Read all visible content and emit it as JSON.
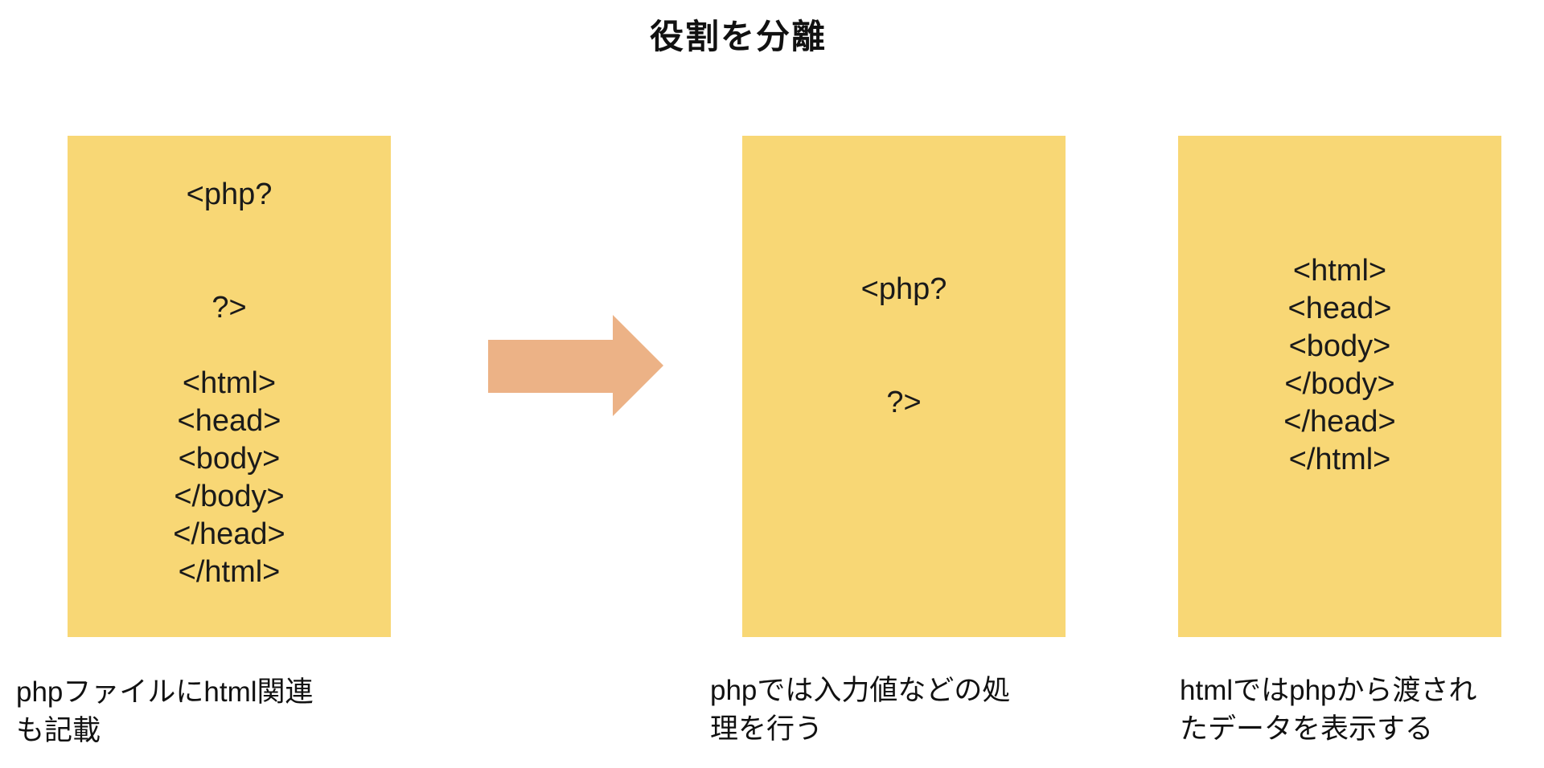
{
  "title": "役割を分離",
  "colors": {
    "panel_background": "#F8D775",
    "arrow_fill": "#ECB286",
    "text": "#111111",
    "page_background": "#FFFFFF"
  },
  "panels": [
    {
      "id": "php-file-mixed",
      "code": "<php?\n\n\n?>\n\n<html>\n<head>\n<body>\n</body>\n</head>\n</html>",
      "caption": "phpファイルにhtml関連\nも記載"
    },
    {
      "id": "php-logic",
      "code": "<php?\n\n\n?>",
      "caption": "phpでは入力値などの処\n理を行う"
    },
    {
      "id": "html-view",
      "code": "<html>\n<head>\n<body>\n</body>\n</head>\n</html>",
      "caption": "htmlではphpから渡され\nたデータを表示する"
    }
  ],
  "arrow": {
    "meaning": "transform-right-arrow"
  }
}
